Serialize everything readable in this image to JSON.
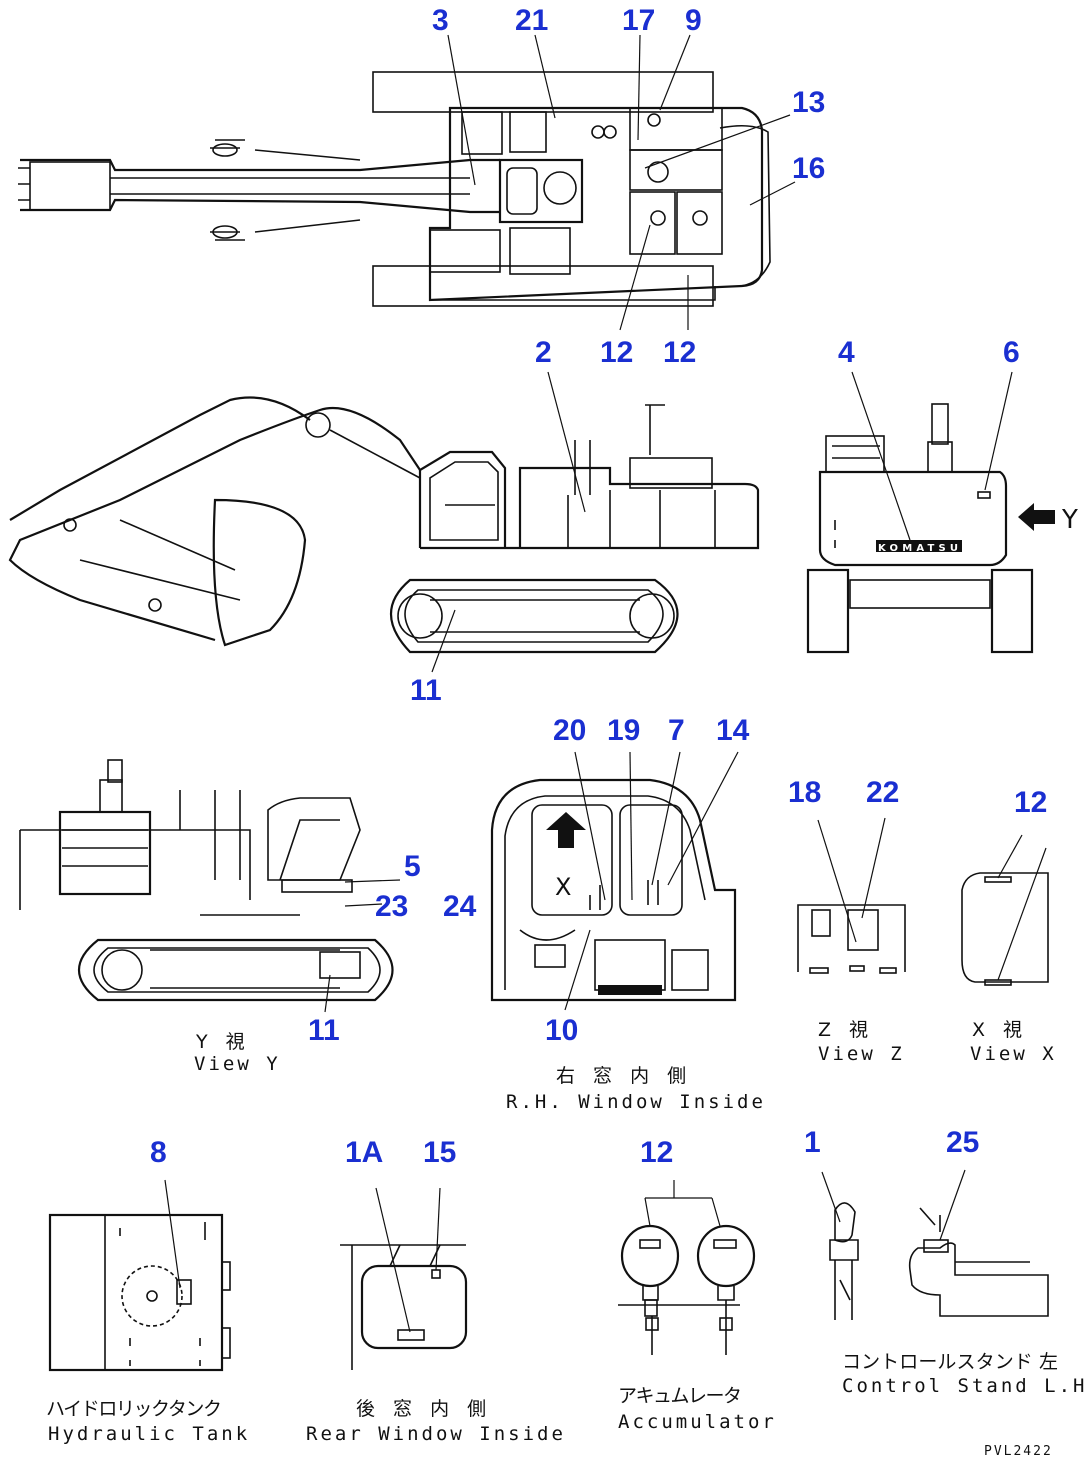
{
  "callouts": {
    "top_3": "3",
    "top_21": "21",
    "top_17": "17",
    "top_9": "9",
    "top_13": "13",
    "top_16": "16",
    "top_12a": "12",
    "top_12b": "12",
    "side_2": "2",
    "side_11": "11",
    "front_4": "4",
    "front_6": "6",
    "viewy_5": "5",
    "viewy_23": "23",
    "viewy_24": "24",
    "viewy_11": "11",
    "win_20": "20",
    "win_19": "19",
    "win_7": "7",
    "win_14": "14",
    "win_10": "10",
    "viewz_18": "18",
    "viewz_22": "22",
    "viewx_12": "12",
    "tank_8": "8",
    "rear_1a": "1A",
    "rear_15": "15",
    "acc_12": "12",
    "ctrl_1": "1",
    "ctrl_25": "25"
  },
  "captions": {
    "viewy_jp": "Y 視",
    "viewy_en": "View Y",
    "window_jp": "右 窓 内 側",
    "window_en": "R.H. Window Inside",
    "viewz_jp": "Z 視",
    "viewz_en": "View Z",
    "viewx_jp": "X 視",
    "viewx_en": "View X",
    "tank_jp": "ハイドロリックタンク",
    "tank_en": "Hydraulic Tank",
    "rear_jp": "後 窓 内 側",
    "rear_en": "Rear Window Inside",
    "acc_jp": "アキュムレータ",
    "acc_en": "Accumulator",
    "ctrl_jp": "コントロールスタンド 左",
    "ctrl_en": "Control Stand L.H."
  },
  "labels": {
    "arrow_y": "Y",
    "window_x": "X",
    "brand": "KOMATSU",
    "drawing_code": "PVL2422"
  },
  "colors": {
    "callout": "#1a2fd1",
    "line": "#111111"
  }
}
